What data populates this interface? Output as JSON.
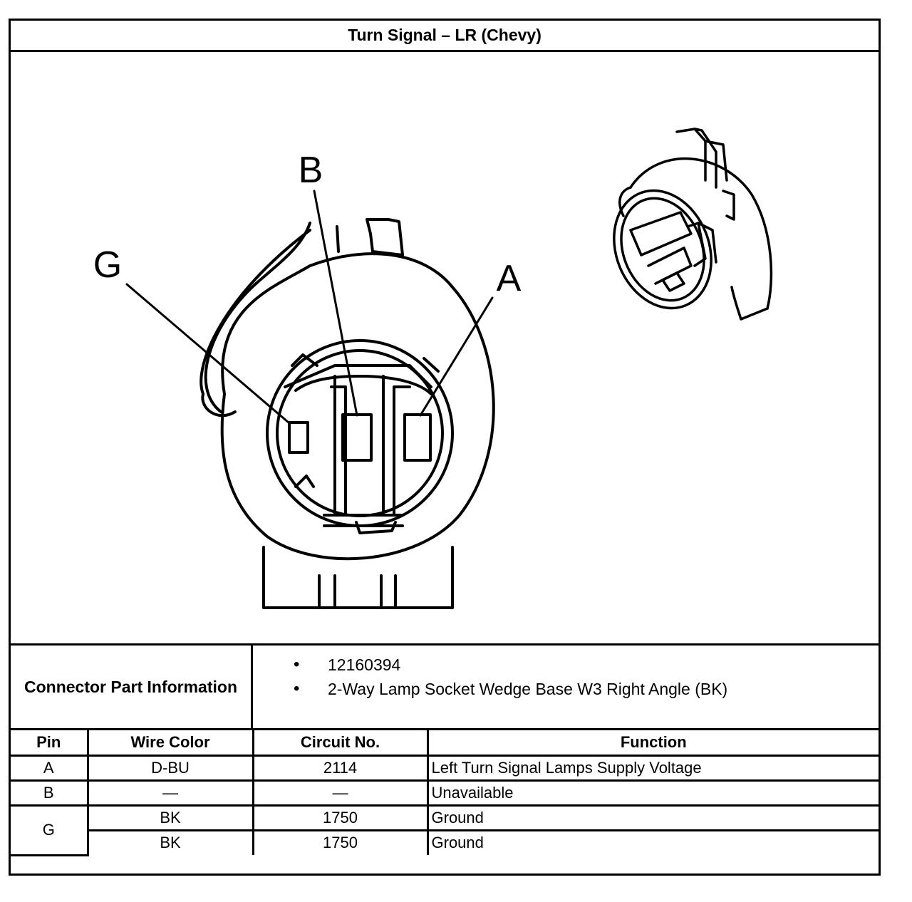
{
  "title": "Turn Signal – LR (Chevy)",
  "diagram": {
    "pin_labels": {
      "a": "A",
      "b": "B",
      "g": "G"
    },
    "line_color": "#000000"
  },
  "connector_info": {
    "label": "Connector Part Information",
    "items": [
      "12160394",
      "2-Way Lamp Socket Wedge Base W3 Right Angle (BK)"
    ]
  },
  "pin_table": {
    "headers": {
      "pin": "Pin",
      "wire_color": "Wire Color",
      "circuit": "Circuit No.",
      "function": "Function"
    },
    "rows": [
      {
        "pin": "A",
        "wire_color": "D-BU",
        "circuit": "2114",
        "function": "Left Turn Signal Lamps Supply Voltage"
      },
      {
        "pin": "B",
        "wire_color": "—",
        "circuit": "—",
        "function": "Unavailable"
      },
      {
        "pin": "G",
        "wire_color": "BK",
        "circuit": "1750",
        "function": "Ground"
      },
      {
        "pin": "",
        "wire_color": "BK",
        "circuit": "1750",
        "function": "Ground"
      }
    ]
  }
}
